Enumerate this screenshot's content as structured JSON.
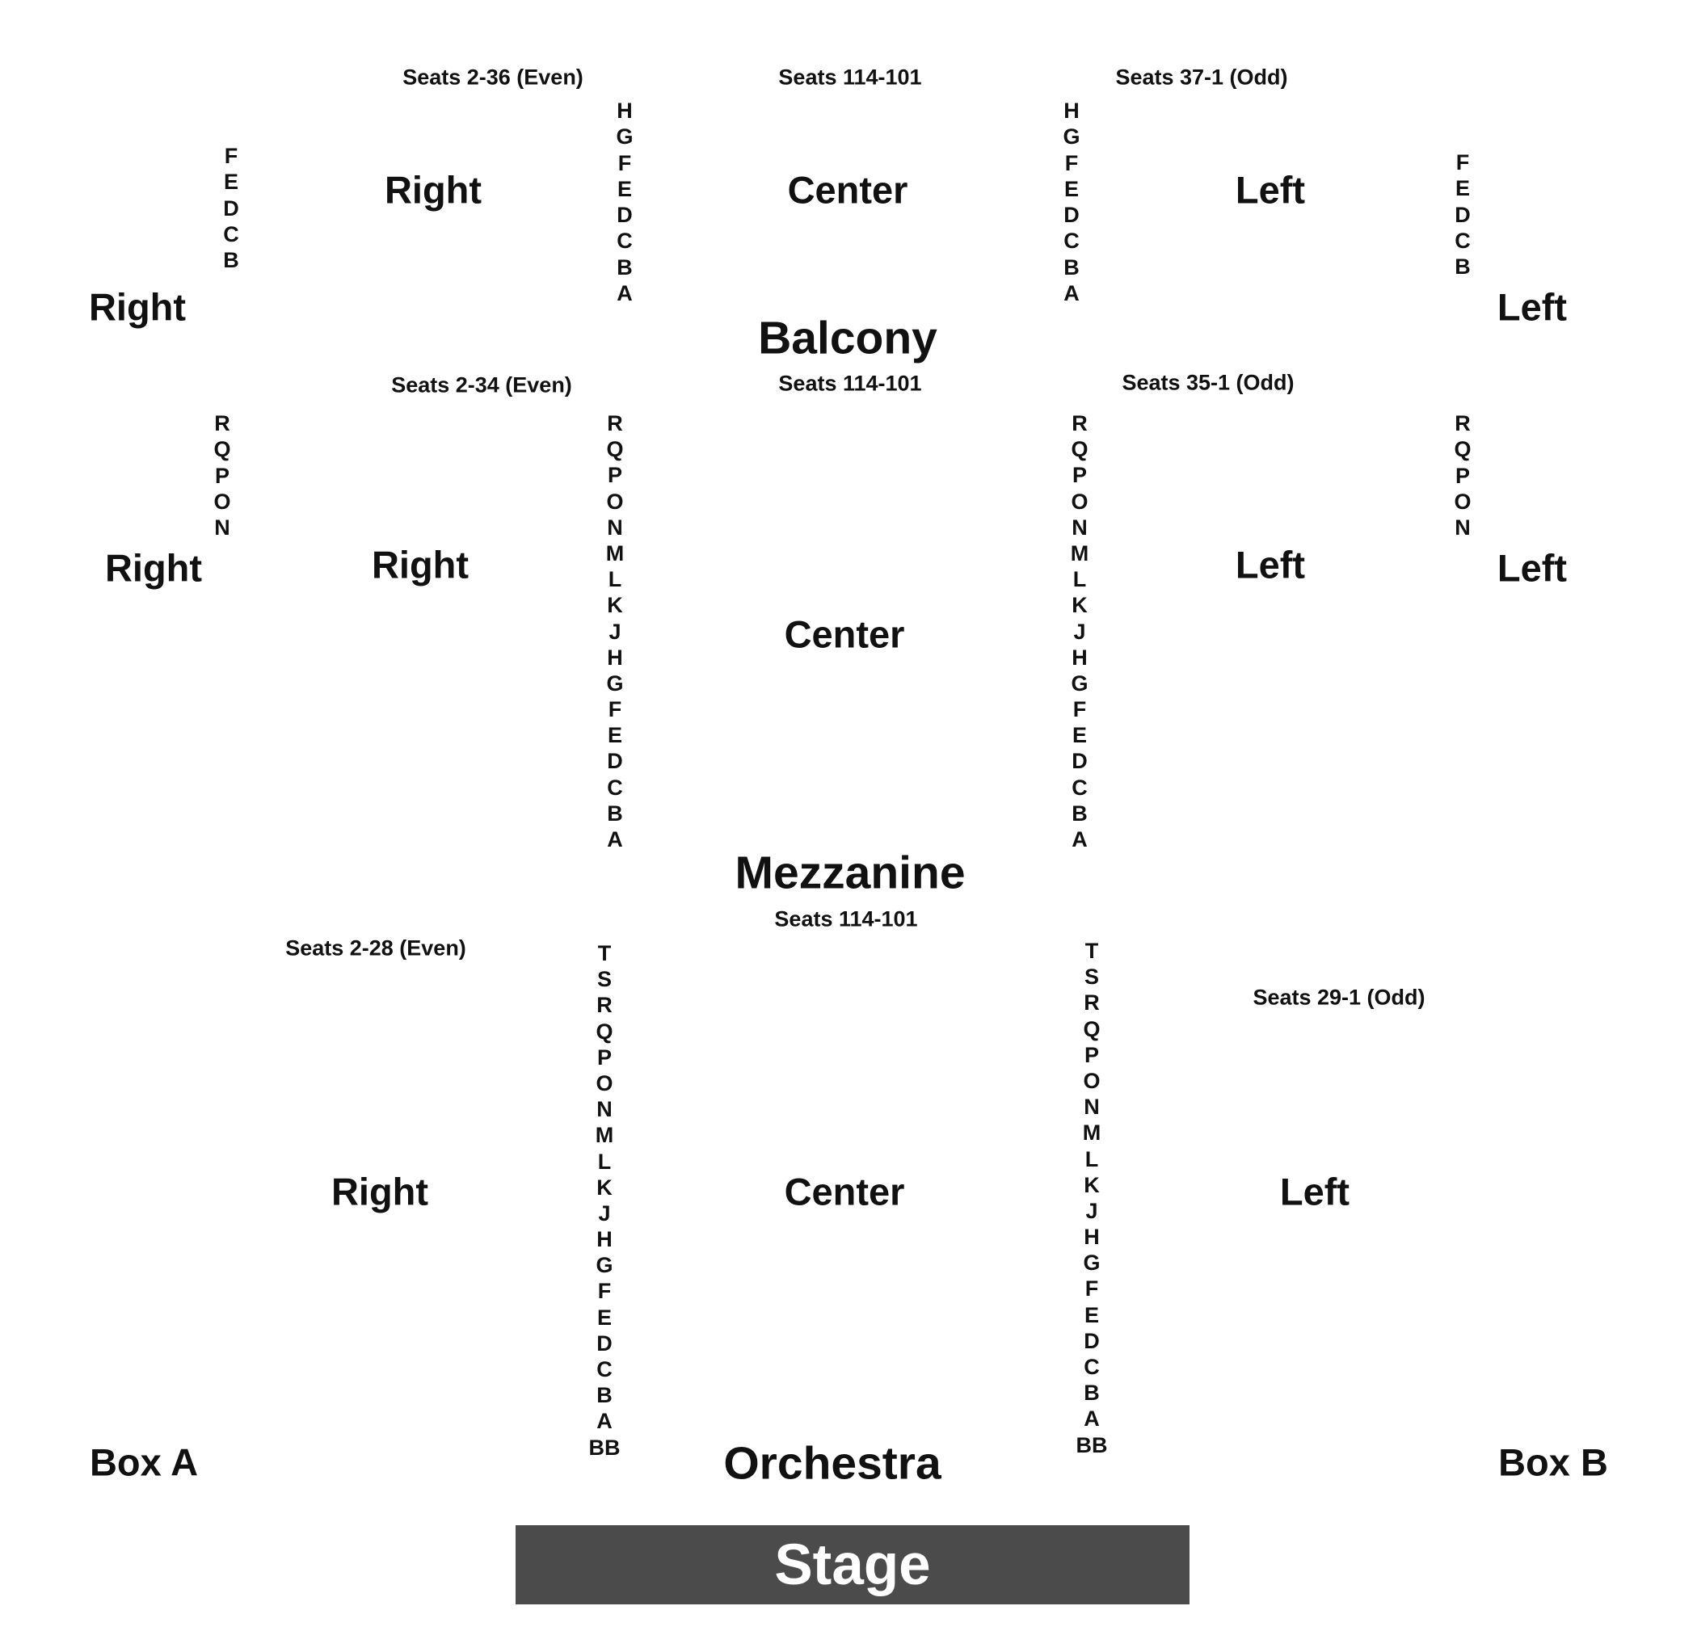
{
  "balcony": {
    "name": "Balcony",
    "seats_right": "Seats 2-36 (Even)",
    "seats_center": "Seats 114-101",
    "seats_left": "Seats 37-1 (Odd)",
    "section_right_outer": "Right",
    "section_right": "Right",
    "section_center": "Center",
    "section_left": "Left",
    "section_left_outer": "Left",
    "rows_outer_right": [
      "F",
      "E",
      "D",
      "C",
      "B"
    ],
    "rows_center_right": [
      "H",
      "G",
      "F",
      "E",
      "D",
      "C",
      "B",
      "A"
    ],
    "rows_center_left": [
      "H",
      "G",
      "F",
      "E",
      "D",
      "C",
      "B",
      "A"
    ],
    "rows_outer_left": [
      "F",
      "E",
      "D",
      "C",
      "B"
    ]
  },
  "mezzanine": {
    "name": "Mezzanine",
    "seats_right": "Seats 2-34 (Even)",
    "seats_center": "Seats 114-101",
    "seats_left": "Seats 35-1 (Odd)",
    "section_right_outer": "Right",
    "section_right": "Right",
    "section_center": "Center",
    "section_left": "Left",
    "section_left_outer": "Left",
    "rows_outer_right": [
      "R",
      "Q",
      "P",
      "O",
      "N"
    ],
    "rows_center_right": [
      "R",
      "Q",
      "P",
      "O",
      "N",
      "M",
      "L",
      "K",
      "J",
      "H",
      "G",
      "F",
      "E",
      "D",
      "C",
      "B",
      "A"
    ],
    "rows_center_left": [
      "R",
      "Q",
      "P",
      "O",
      "N",
      "M",
      "L",
      "K",
      "J",
      "H",
      "G",
      "F",
      "E",
      "D",
      "C",
      "B",
      "A"
    ],
    "rows_outer_left": [
      "R",
      "Q",
      "P",
      "O",
      "N"
    ]
  },
  "orchestra": {
    "name": "Orchestra",
    "seats_right": "Seats 2-28 (Even)",
    "seats_center": "Seats 114-101",
    "seats_left": "Seats 29-1 (Odd)",
    "section_right": "Right",
    "section_center": "Center",
    "section_left": "Left",
    "box_a": "Box A",
    "box_b": "Box B",
    "rows_center_right": [
      "T",
      "S",
      "R",
      "Q",
      "P",
      "O",
      "N",
      "M",
      "L",
      "K",
      "J",
      "H",
      "G",
      "F",
      "E",
      "D",
      "C",
      "B",
      "A",
      "BB"
    ],
    "rows_center_left": [
      "T",
      "S",
      "R",
      "Q",
      "P",
      "O",
      "N",
      "M",
      "L",
      "K",
      "J",
      "H",
      "G",
      "F",
      "E",
      "D",
      "C",
      "B",
      "A",
      "BB"
    ]
  },
  "stage": {
    "label": "Stage",
    "color": "#4b4b4b"
  }
}
